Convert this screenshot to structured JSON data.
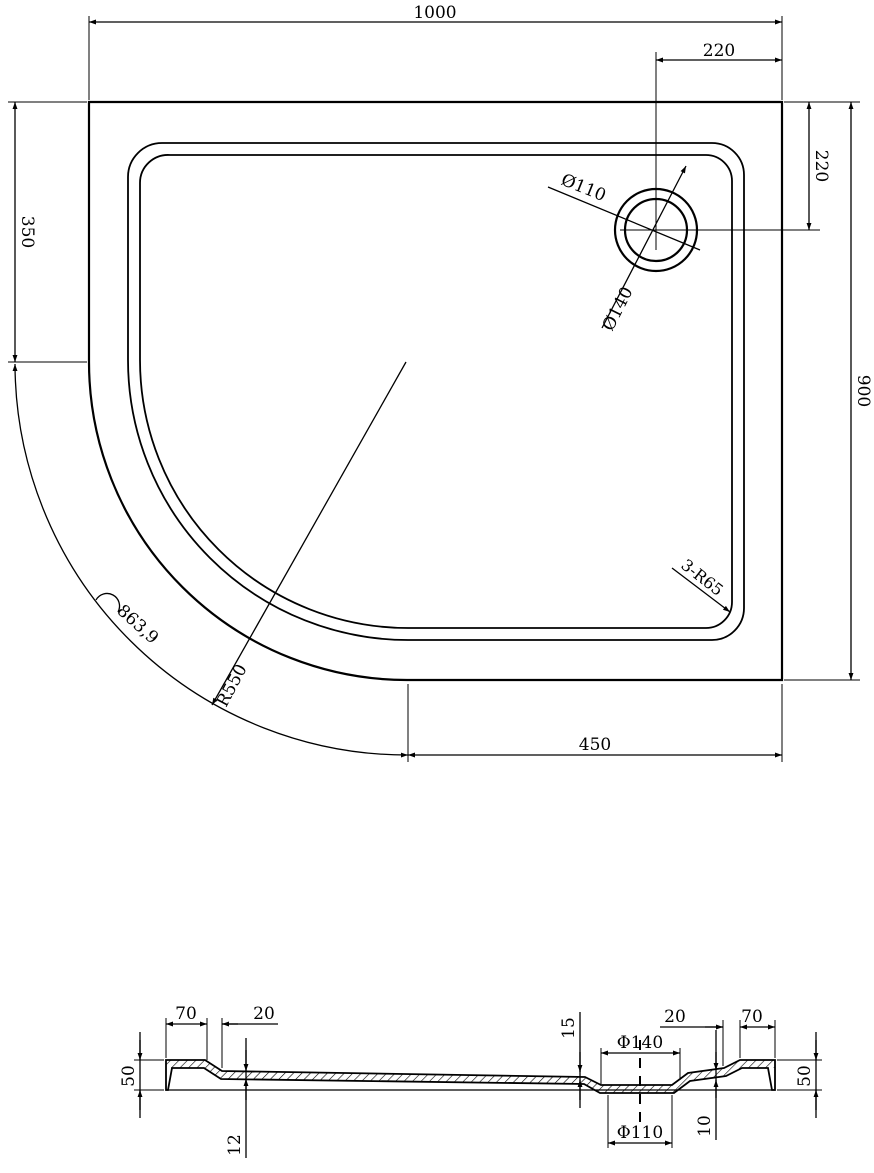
{
  "plan_view": {
    "overall_width": "1000",
    "overall_depth": "900",
    "drain_offset_x": "220",
    "drain_offset_y": "220",
    "straight_side": "350",
    "straight_bottom": "450",
    "drain_inner_dia": "Ø110",
    "drain_outer_dia": "Ø140",
    "arc_radius": "R550",
    "arc_length": "863,9",
    "corner_radii": "3-R65"
  },
  "section_view": {
    "rim_left": "70",
    "slope_left": "20",
    "rim_right": "70",
    "slope_right": "20",
    "height_left": "50",
    "height_right": "50",
    "depth_fall": "15",
    "base_thickness": "12",
    "drain_recess": "10",
    "drain_outer_dia": "Φ140",
    "drain_inner_dia": "Φ110"
  }
}
